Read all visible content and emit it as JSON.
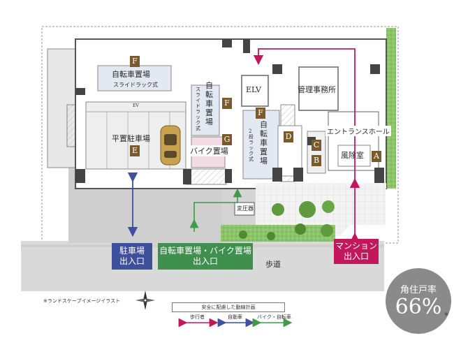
{
  "rooms": {
    "bike_parking_top": "自転車置場",
    "slide_rack": "スライドラック式",
    "parking": "平置駐車場",
    "bike_parking_mid": "自転車置場",
    "slide_rack_vertical": "スライドラック式",
    "bike_lot": "バイク置場",
    "elv": "ELV",
    "management_office": "管理事務所",
    "bike_parking_right": "自転車置場",
    "two_tier_rack": "2段ラック式",
    "entrance_hall": "エントランスホール",
    "windbreak_room": "風除室",
    "transformer": "変圧器",
    "ev": "EV",
    "sidewalk": "歩道"
  },
  "badges": {
    "f1": "F",
    "e": "E",
    "f2": "F",
    "g": "G",
    "f3": "F",
    "d": "D",
    "c": "C",
    "b": "B",
    "a": "A"
  },
  "entrances": {
    "parking_line1": "駐車場",
    "parking_line2": "出入口",
    "bike_line1": "自転車置場・バイク置場",
    "bike_line2": "出入口",
    "mansion_line1": "マンション",
    "mansion_line2": "出入口"
  },
  "notes": {
    "landscape": "※ランドスケープイメージイラスト",
    "ratio_asterisk": "※"
  },
  "legend": {
    "title": "安全に配慮した動線計画",
    "pedestrian": "歩行者",
    "car": "自動車",
    "bike": "バイク・自転車"
  },
  "corner_ratio": {
    "label": "角住戸率",
    "value": "66%"
  },
  "colors": {
    "pedestrian": "#c2185b",
    "car": "#3f4fa1",
    "bike": "#3f9a4a",
    "badge": "#7a5a2b",
    "parking_entry_box": "#3e4f9c",
    "bike_entry_box": "#3f8f4e",
    "mansion_entry_box": "#c2185b",
    "ratio_circle": "#8a8a8a"
  },
  "icons": {
    "compass": "compass-icon",
    "car": "car-icon"
  }
}
